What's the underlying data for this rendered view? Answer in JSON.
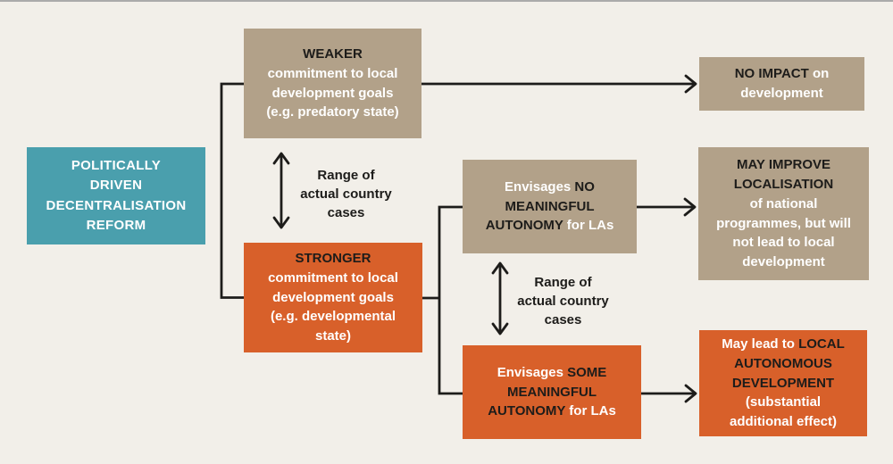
{
  "palette": {
    "background": "#f2efe9",
    "teal": "#4a9fad",
    "tan": "#b2a189",
    "orange": "#d8602a",
    "ink": "#1d1c1a",
    "light": "#ffffff",
    "frame": "#ababab"
  },
  "boxes": {
    "root": {
      "lines": [
        "POLITICALLY",
        "DRIVEN",
        "DECENTRALISATION",
        "REFORM"
      ]
    },
    "weaker": {
      "segments": [
        {
          "text": "WEAKER",
          "tone": "dark"
        },
        {
          "text": "commitment to local development goals (e.g. predatory state)",
          "tone": "light"
        }
      ]
    },
    "stronger": {
      "segments": [
        {
          "text": "STRONGER",
          "tone": "dark"
        },
        {
          "text": "commitment to local development goals (e.g. developmental state)",
          "tone": "light"
        }
      ]
    },
    "envisages_no": {
      "segments": [
        {
          "text": "Envisages",
          "tone": "light"
        },
        {
          "text": " NO MEANINGFUL AUTONOMY",
          "tone": "dark"
        },
        {
          "text": " for LAs",
          "tone": "light"
        }
      ]
    },
    "envisages_some": {
      "segments": [
        {
          "text": "Envisages",
          "tone": "light"
        },
        {
          "text": " SOME MEANINGFUL AUTONOMY",
          "tone": "dark"
        },
        {
          "text": " for LAs",
          "tone": "light"
        }
      ]
    },
    "no_impact": {
      "segments": [
        {
          "text": "NO IMPACT",
          "tone": "dark"
        },
        {
          "text": " on development",
          "tone": "light"
        }
      ]
    },
    "may_improve": {
      "segments": [
        {
          "text": "MAY IMPROVE LOCALISATION",
          "tone": "dark"
        },
        {
          "text": "of national programmes, but will not lead to local development",
          "tone": "light"
        }
      ]
    },
    "local_autonomous": {
      "segments": [
        {
          "text": "May lead to",
          "tone": "light"
        },
        {
          "text": " LOCAL AUTONOMOUS DEVELOPMENT",
          "tone": "dark"
        },
        {
          "text": " (substantial additional effect)",
          "tone": "light"
        }
      ]
    }
  },
  "labels": {
    "range_upper": {
      "lines": [
        "Range of",
        "actual country",
        "cases"
      ]
    },
    "range_lower": {
      "lines": [
        "Range of",
        "actual country",
        "cases"
      ]
    }
  }
}
